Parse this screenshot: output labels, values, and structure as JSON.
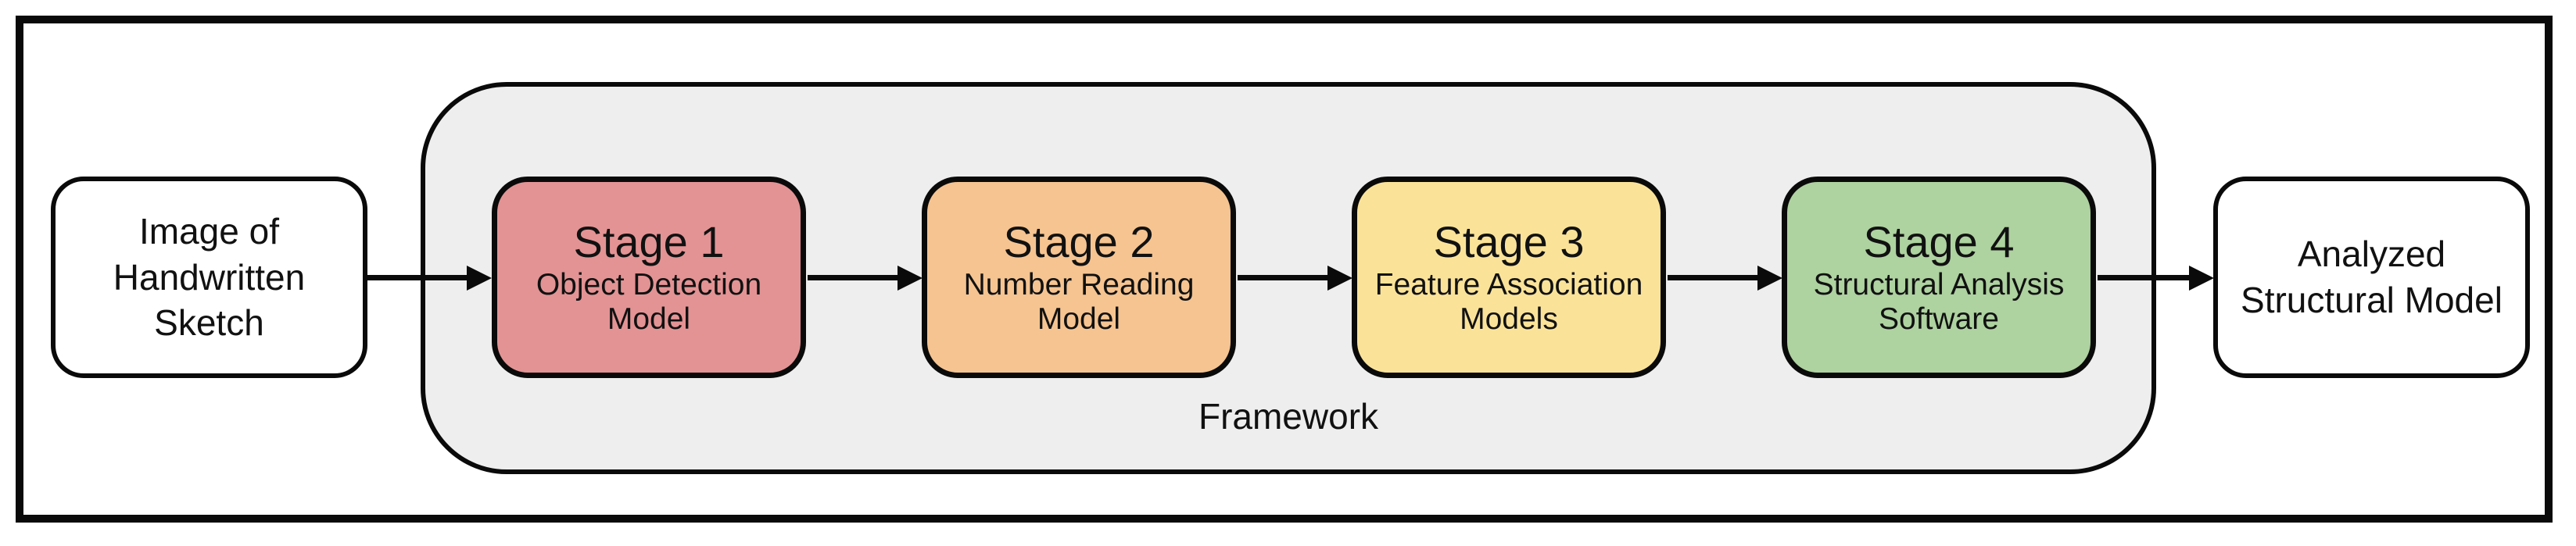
{
  "diagram": {
    "input": {
      "label": "Image of\nHandwritten\nSketch"
    },
    "framework": {
      "label": "Framework",
      "bg_color": "#eeeeee",
      "border_color": "#0a0a0a"
    },
    "stages": [
      {
        "name": "Stage 1",
        "subtitle": "Object Detection\nModel",
        "color": "#e39394"
      },
      {
        "name": "Stage 2",
        "subtitle": "Number Reading\nModel",
        "color": "#f5c491"
      },
      {
        "name": "Stage 3",
        "subtitle": "Feature Association\nModels",
        "color": "#fae399"
      },
      {
        "name": "Stage 4",
        "subtitle": "Structural Analysis\nSoftware",
        "color": "#aed2a0"
      }
    ],
    "output": {
      "label": "Analyzed\nStructural Model"
    }
  }
}
